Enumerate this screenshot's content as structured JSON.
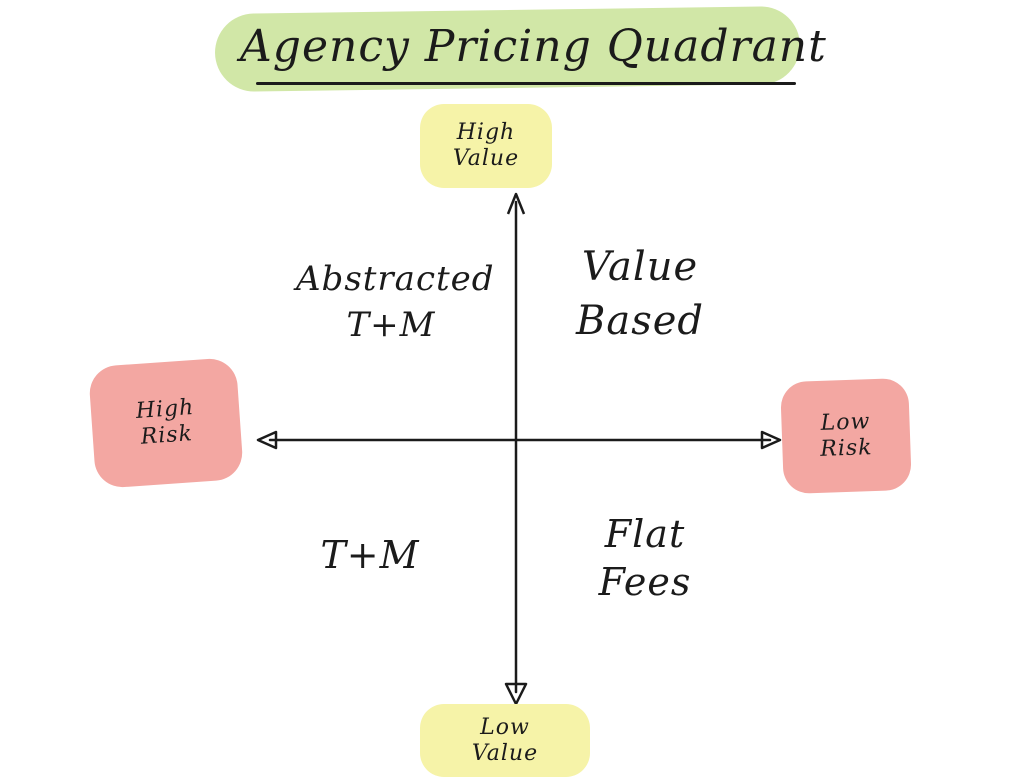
{
  "title": "Agency Pricing Quadrant",
  "poles": {
    "top": [
      "High",
      "Value"
    ],
    "bottom": [
      "Low",
      "Value"
    ],
    "left": [
      "High",
      "Risk"
    ],
    "right": [
      "Low",
      "Risk"
    ]
  },
  "quadrants": {
    "top_left": [
      "Abstracted",
      "T+M"
    ],
    "top_right": [
      "Value",
      "Based"
    ],
    "bottom_left": [
      "T+M"
    ],
    "bottom_right": [
      "Flat",
      "Fees"
    ]
  },
  "colors": {
    "title_highlight": "#cfe6a2",
    "value_highlight": "#f6f3a8",
    "risk_highlight": "#f3a7a2",
    "ink": "#1b1b1b"
  }
}
